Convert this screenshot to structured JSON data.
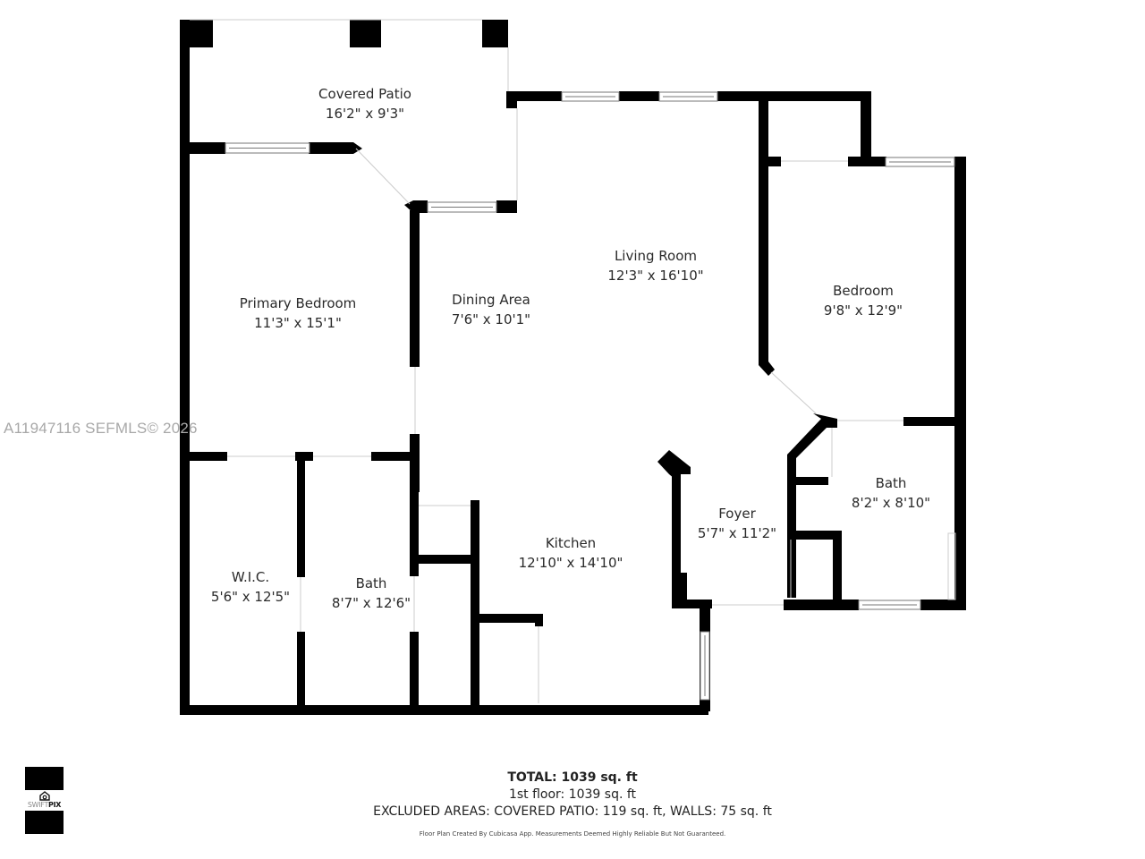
{
  "watermark": "A11947116  SEFMLS© 2026",
  "rooms": {
    "covered_patio": {
      "name": "Covered Patio",
      "size": "16'2\" x 9'3\""
    },
    "primary_bedroom": {
      "name": "Primary Bedroom",
      "size": "11'3\" x 15'1\""
    },
    "dining_area": {
      "name": "Dining Area",
      "size": "7'6\" x 10'1\""
    },
    "living_room": {
      "name": "Living Room",
      "size": "12'3\" x 16'10\""
    },
    "bedroom": {
      "name": "Bedroom",
      "size": "9'8\" x 12'9\""
    },
    "bath_2": {
      "name": "Bath",
      "size": "8'2\" x 8'10\""
    },
    "foyer": {
      "name": "Foyer",
      "size": "5'7\" x 11'2\""
    },
    "kitchen": {
      "name": "Kitchen",
      "size": "12'10\" x 14'10\""
    },
    "wic": {
      "name": "W.I.C.",
      "size": "5'6\" x 12'5\""
    },
    "bath_1": {
      "name": "Bath",
      "size": "8'7\" x 12'6\""
    }
  },
  "summary": {
    "total": "TOTAL: 1039 sq. ft",
    "floor": "1st floor: 1039 sq. ft",
    "excluded": "EXCLUDED AREAS: COVERED PATIO: 119 sq. ft, WALLS: 75 sq. ft",
    "disclaimer": "Floor Plan Created By Cubicasa App. Measurements Deemed Highly Reliable But Not Guaranteed."
  },
  "logo": {
    "brand_light": "SWIFT",
    "brand_bold": "PIX",
    "icon": "house-camera-icon"
  },
  "colors": {
    "wall": "#000000",
    "background": "#ffffff",
    "text": "#2a2a2a",
    "watermark": "#a8a8a8",
    "window_line": "#888888"
  }
}
